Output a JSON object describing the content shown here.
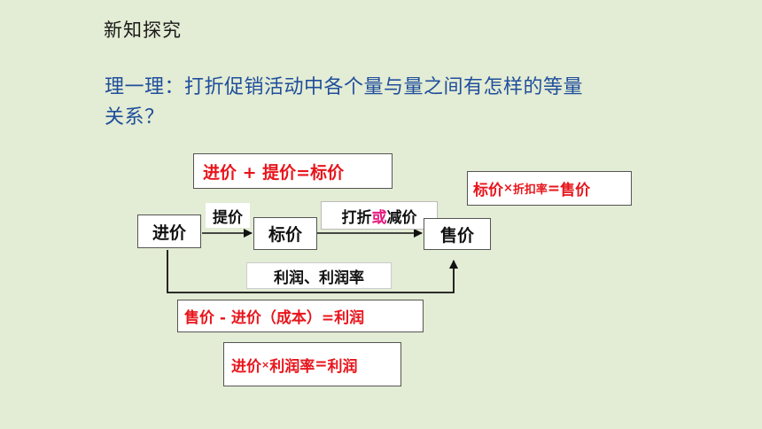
{
  "header": {
    "title": "新知探究"
  },
  "question": {
    "line1": "理一理：打折促销活动中各个量与量之间有怎样的等量",
    "line2": "关系？"
  },
  "formulas": {
    "markup": "进价 + 提价=标价",
    "sale_price": {
      "part1": "标价",
      "op": "×",
      "part2": "折扣率",
      "eq": "=",
      "part3": "售价"
    },
    "profit": "售价 - 进价（成本）=利润",
    "profit_rate": {
      "part1": "进价",
      "op": "×",
      "part2": "利润率",
      "eq": "=",
      "part3": "利润"
    }
  },
  "flow": {
    "node_cost": "进价",
    "node_marked": "标价",
    "node_sale": "售价",
    "edge_markup": "提价",
    "edge_discount": {
      "part1": "打折",
      "or": "或",
      "part2": "减价"
    },
    "edge_profit": "利润、利润率"
  },
  "colors": {
    "formula_red": "#e8141b",
    "question_blue": "#1f4e9c",
    "highlight_magenta": "#e6197e",
    "background": "#e3ecd4"
  }
}
